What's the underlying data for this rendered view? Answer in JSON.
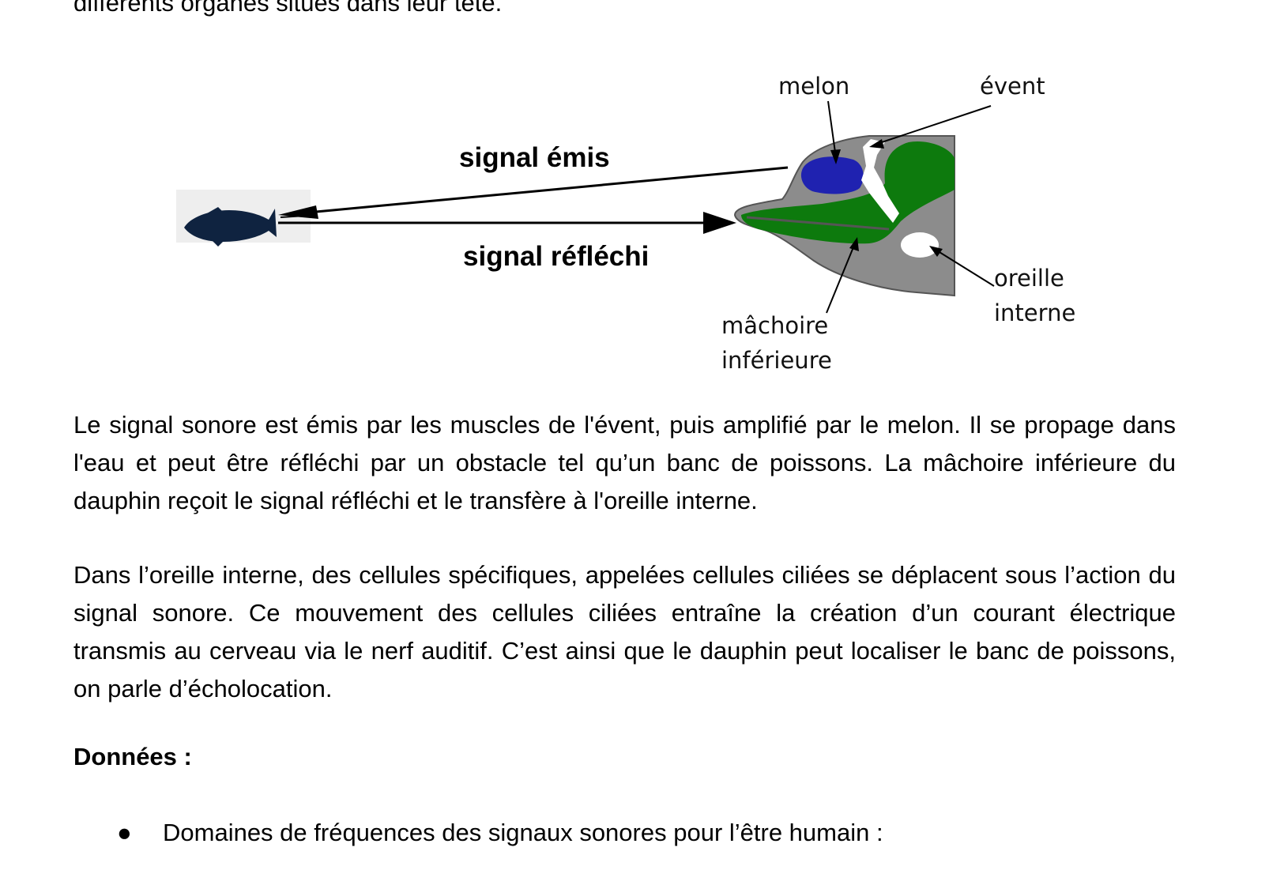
{
  "top_text": "différents organes situés dans leur tête.",
  "diagram": {
    "signal_emitted": "signal émis",
    "signal_reflected": "signal réfléchi",
    "label_melon": "melon",
    "label_event": "évent",
    "label_ear_line1": "oreille",
    "label_ear_line2": "interne",
    "label_jaw_line1": "mâchoire",
    "label_jaw_line2": "inférieure",
    "colors": {
      "fish": "#0f2340",
      "head": "#8c8c8c",
      "melon": "#1f22b0",
      "jaw_tissue": "#0d7a0d"
    }
  },
  "paragraph1": "Le signal sonore est émis par les muscles de l'évent, puis amplifié par le melon. Il se propage dans l'eau et peut être réfléchi par un obstacle tel qu’un banc de poissons. La mâchoire inférieure du dauphin reçoit le signal réfléchi et le transfère à l'oreille interne.",
  "paragraph2": "Dans l’oreille interne, des cellules spécifiques, appelées cellules ciliées se déplacent sous l’action du signal sonore. Ce mouvement des cellules ciliées entraîne la création d’un courant électrique transmis au cerveau via le nerf auditif. C’est ainsi que le dauphin peut localiser le banc de poissons, on parle d’écholocation.",
  "data_heading": "Données :",
  "bullet1": "Domaines de fréquences des signaux sonores pour l’être humain :"
}
